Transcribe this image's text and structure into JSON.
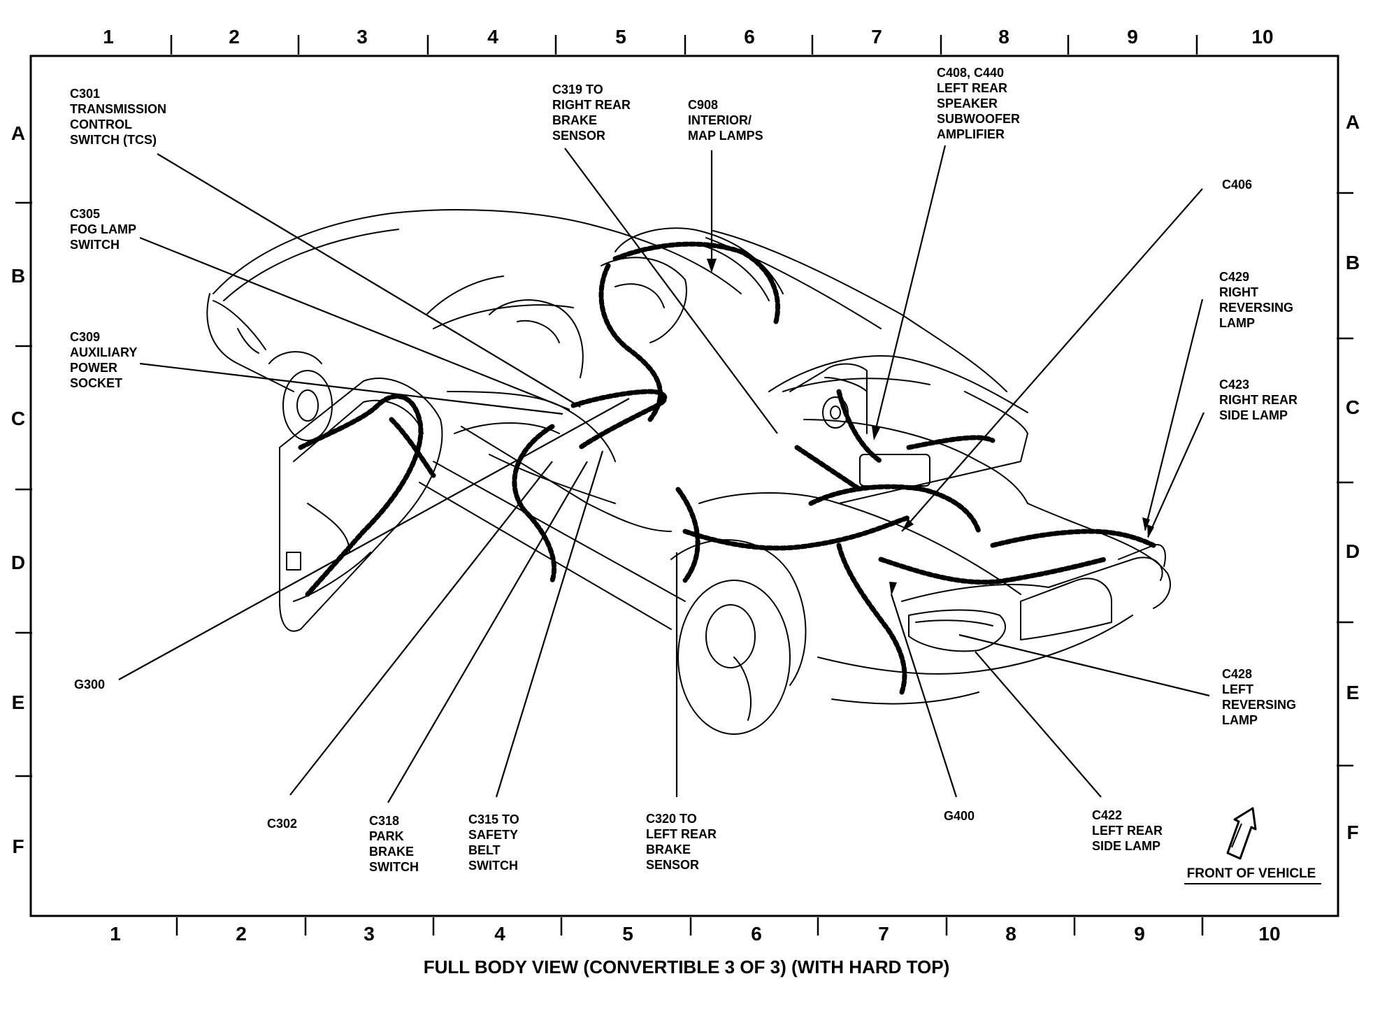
{
  "grid": {
    "columns": [
      "1",
      "2",
      "3",
      "4",
      "5",
      "6",
      "7",
      "8",
      "9",
      "10"
    ],
    "rows": [
      "A",
      "B",
      "C",
      "D",
      "E",
      "F"
    ]
  },
  "callouts": [
    {
      "id": "c301",
      "lines": [
        "C301",
        "TRANSMISSION",
        "CONTROL",
        "SWITCH (TCS)"
      ]
    },
    {
      "id": "c305",
      "lines": [
        "C305",
        "FOG LAMP",
        "SWITCH"
      ]
    },
    {
      "id": "c309",
      "lines": [
        "C309",
        "AUXILIARY",
        "POWER",
        "SOCKET"
      ]
    },
    {
      "id": "c319",
      "lines": [
        "C319 TO",
        "RIGHT REAR",
        "BRAKE",
        "SENSOR"
      ]
    },
    {
      "id": "c908",
      "lines": [
        "C908",
        "INTERIOR/",
        "MAP LAMPS"
      ]
    },
    {
      "id": "c408",
      "lines": [
        "C408, C440",
        "LEFT REAR",
        "SPEAKER",
        "SUBWOOFER",
        "AMPLIFIER"
      ]
    },
    {
      "id": "c406",
      "lines": [
        "C406"
      ]
    },
    {
      "id": "c429",
      "lines": [
        "C429",
        "RIGHT",
        "REVERSING",
        "LAMP"
      ]
    },
    {
      "id": "c423",
      "lines": [
        "C423",
        "RIGHT REAR",
        "SIDE LAMP"
      ]
    },
    {
      "id": "c428",
      "lines": [
        "C428",
        "LEFT",
        "REVERSING",
        "LAMP"
      ]
    },
    {
      "id": "g300",
      "lines": [
        "G300"
      ]
    },
    {
      "id": "c302",
      "lines": [
        "C302"
      ]
    },
    {
      "id": "c318",
      "lines": [
        "C318",
        "PARK",
        "BRAKE",
        "SWITCH"
      ]
    },
    {
      "id": "c315",
      "lines": [
        "C315 TO",
        "SAFETY",
        "BELT",
        "SWITCH"
      ]
    },
    {
      "id": "c320",
      "lines": [
        "C320 TO",
        "LEFT REAR",
        "BRAKE",
        "SENSOR"
      ]
    },
    {
      "id": "g400",
      "lines": [
        "G400"
      ]
    },
    {
      "id": "c422",
      "lines": [
        "C422",
        "LEFT REAR",
        "SIDE LAMP"
      ]
    }
  ],
  "front_of_vehicle": "FRONT OF VEHICLE",
  "caption": "FULL BODY VIEW (CONVERTIBLE 3 OF 3) (WITH HARD TOP)"
}
